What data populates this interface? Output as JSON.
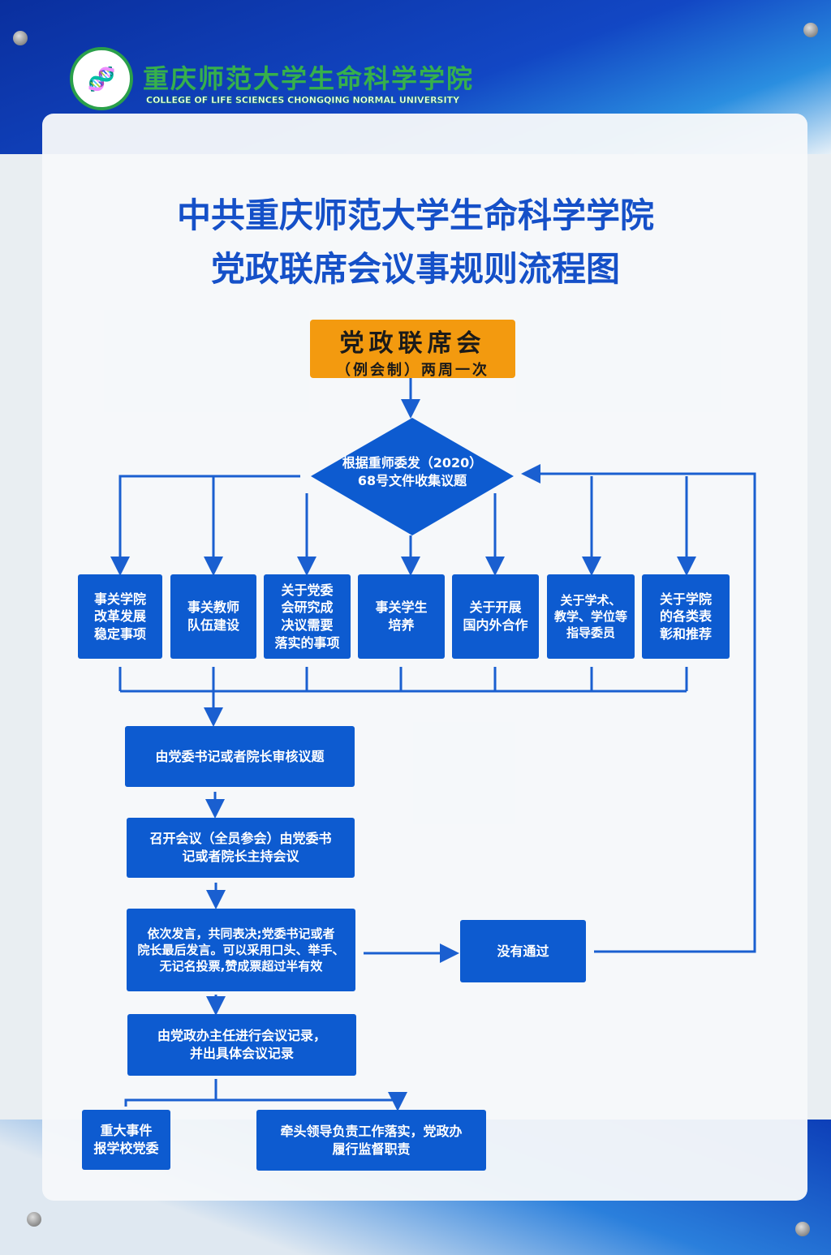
{
  "header": {
    "logo_cn": "重庆师范大学生命科学学院",
    "logo_en": "COLLEGE OF LIFE SCIENCES CHONGQING NORMAL UNIVERSITY"
  },
  "title": {
    "line1": "中共重庆师范大学生命科学学院",
    "line2": "党政联席会议事规则流程图"
  },
  "start": {
    "title": "党政联席会",
    "subtitle": "（例会制）两周一次"
  },
  "decision": "根据重师委发（2020）\n68号文件收集议题",
  "topics": [
    "事关学院\n改革发展\n稳定事项",
    "事关教师\n队伍建设",
    "关于党委\n会研究成\n决议需要\n落实的事项",
    "事关学生\n培养",
    "关于开展\n国内外合作",
    "关于学术、\n教学、学位等\n指导委员",
    "关于学院\n的各类表\n彰和推荐"
  ],
  "steps": {
    "review": "由党委书记或者院长审核议题",
    "meeting": "召开会议（全员参会）由党委书\n记或者院长主持会议",
    "vote": "依次发言，共同表决;党委书记或者\n院长最后发言。可以采用口头、举手、\n无记名投票,赞成票超过半有效",
    "not_passed": "没有通过",
    "record": "由党政办主任进行会议记录，\n并出具体会议记录",
    "major": "重大事件\n报学校党委",
    "lead": "牵头领导负责工作落实，党政办\n履行监督职责"
  },
  "colors": {
    "box": "#0d5bd0",
    "start": "#f39a0f",
    "line": "#1a5fd0"
  }
}
